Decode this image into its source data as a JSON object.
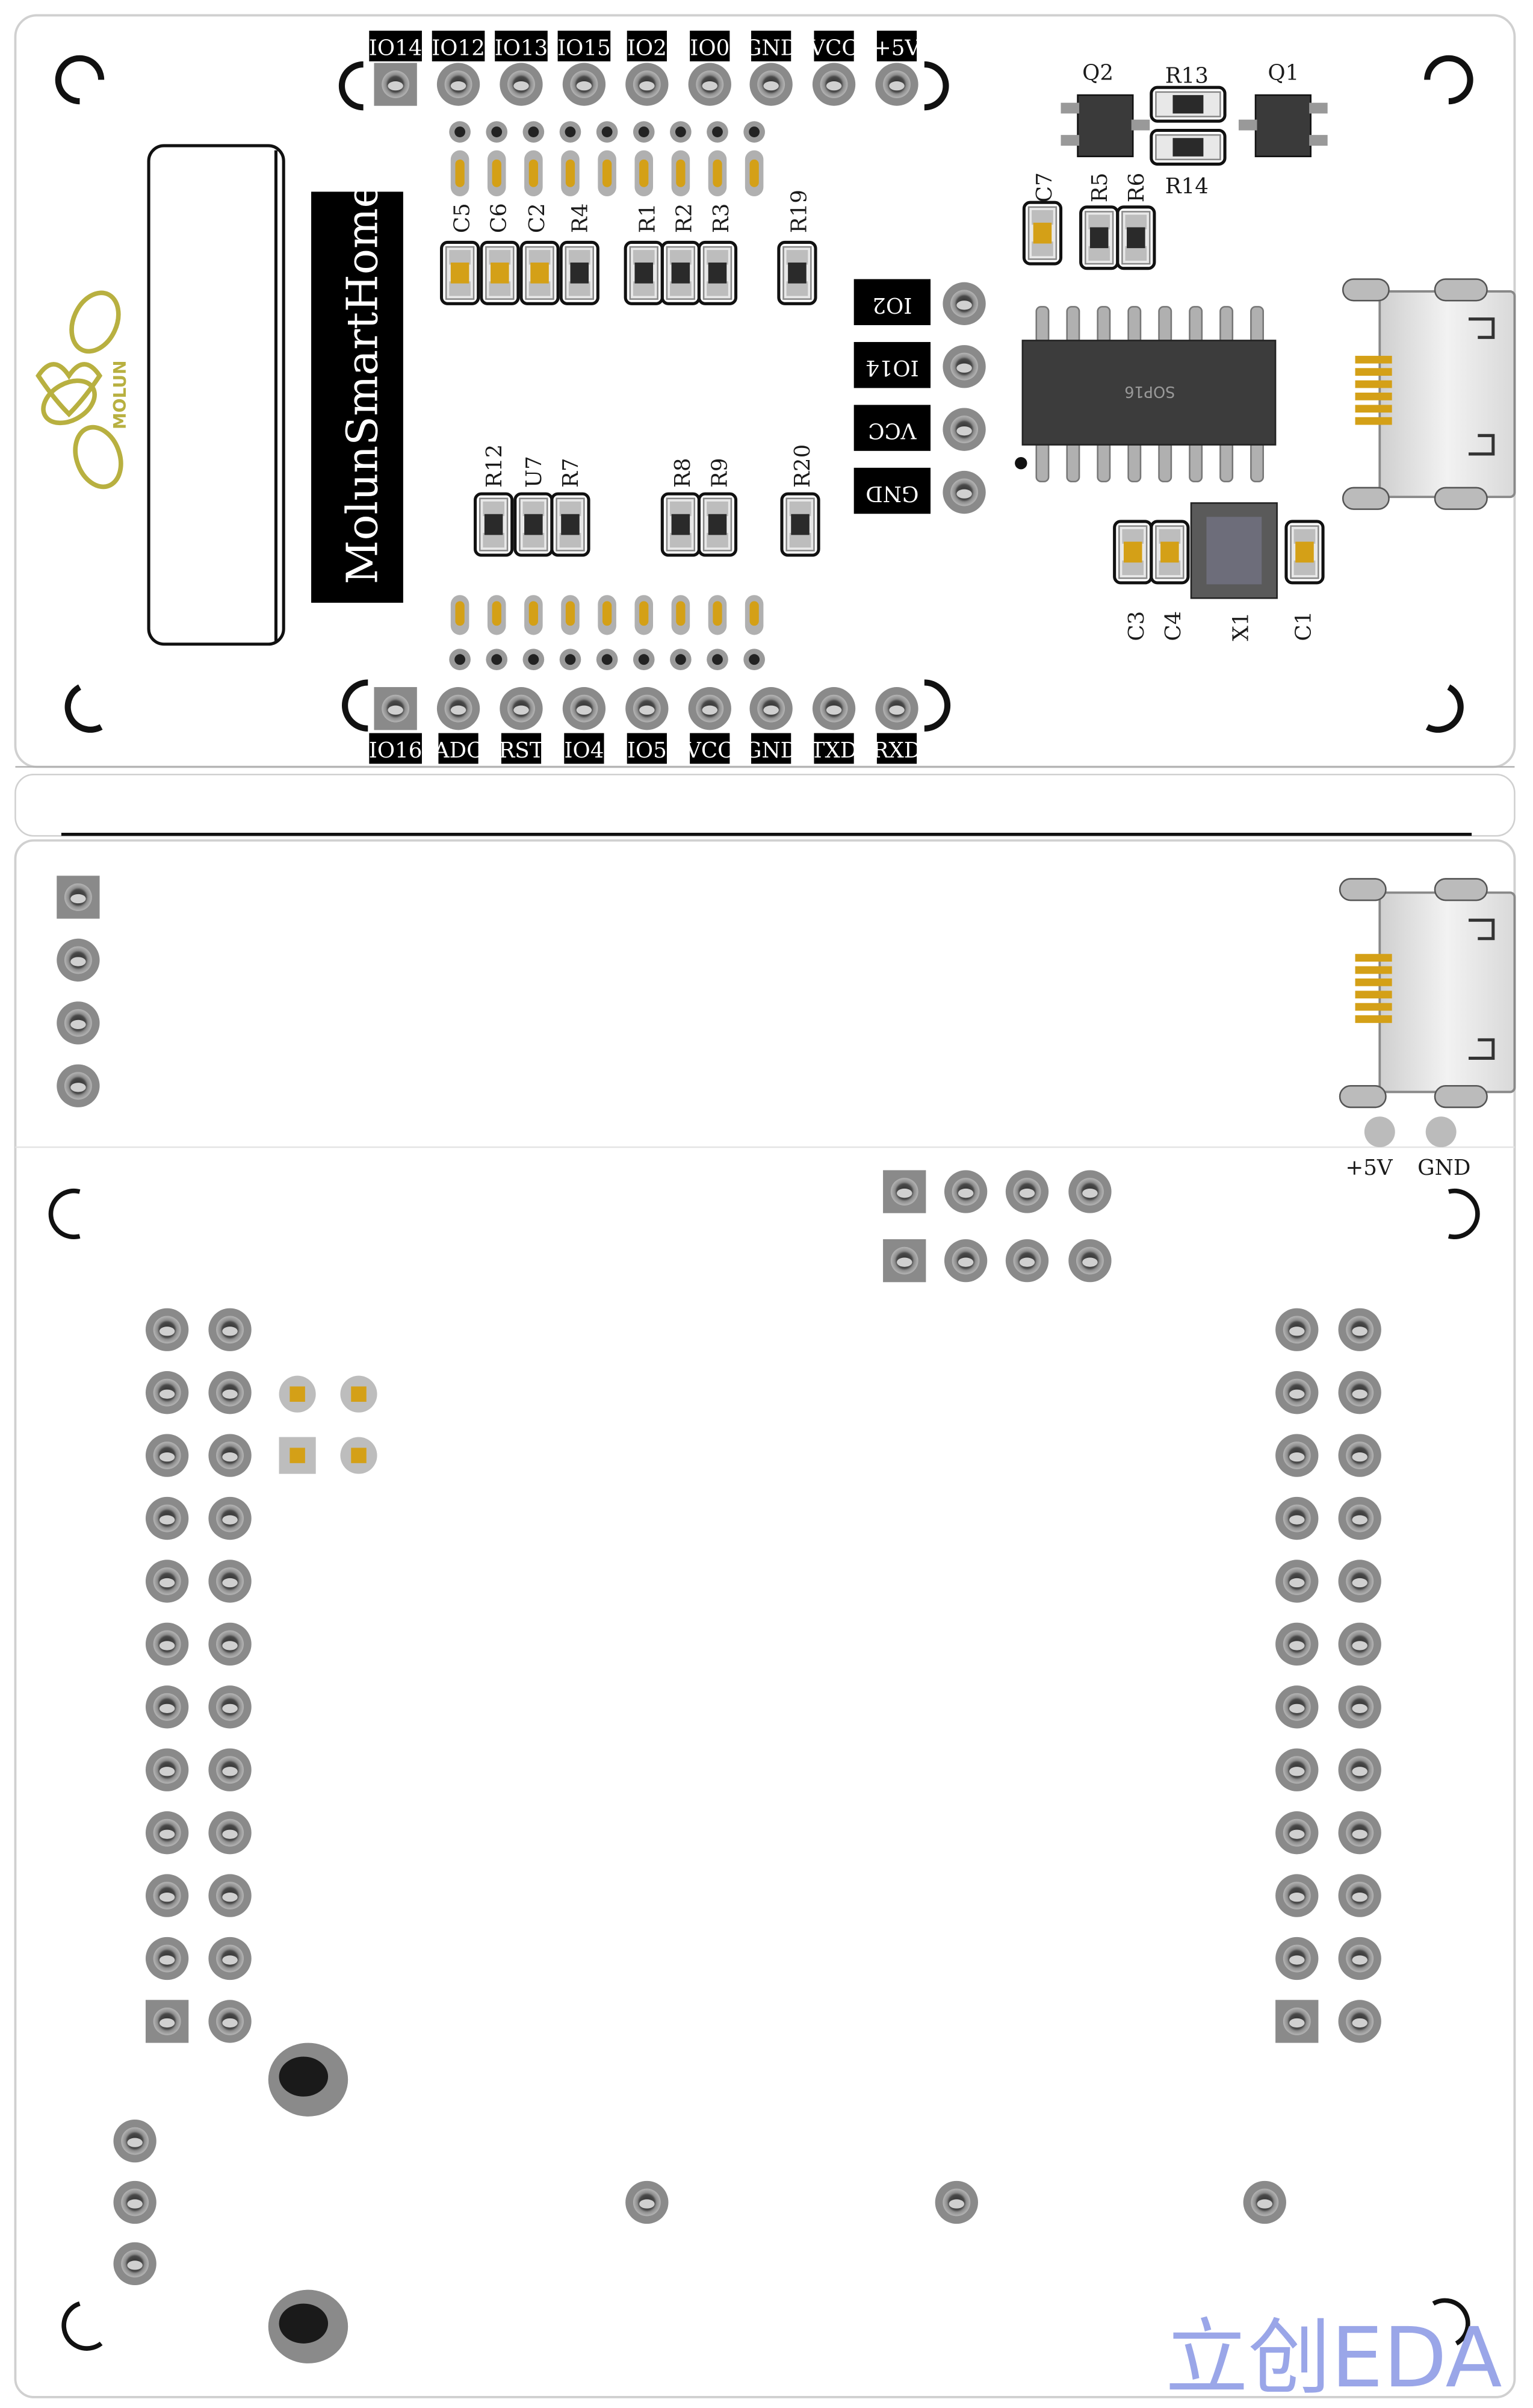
{
  "top_board": {
    "header_top": [
      "IO14",
      "IO12",
      "IO13",
      "IO15",
      "IO2",
      "IO0",
      "GND",
      "VCC",
      "+5V"
    ],
    "header_bottom": [
      "IO16",
      "ADC",
      "RST",
      "IO4",
      "IO5",
      "VCC",
      "GND",
      "TXD",
      "RXD"
    ],
    "side_pins": [
      "IO2",
      "IO14",
      "VCC",
      "GND"
    ],
    "board_name": "MolunSmartHome",
    "logo_text": "MOLUN",
    "refs": {
      "q2": "Q2",
      "r13": "R13",
      "q1": "Q1",
      "r14": "R14",
      "c7": "C7",
      "r5": "R5",
      "r6": "R6",
      "c5": "C5",
      "c6": "C6",
      "c2": "C2",
      "r4": "R4",
      "r1": "R1",
      "r2": "R2",
      "r3": "R3",
      "r19": "R19",
      "r12": "R12",
      "u7": "U7",
      "r7": "R7",
      "r8": "R8",
      "r9": "R9",
      "r20": "R20",
      "c3": "C3",
      "c4": "C4",
      "x1": "X1",
      "c1": "C1"
    },
    "ic_label": "SOP16"
  },
  "bottom_board": {
    "usb_labels": [
      "+5V",
      "GND"
    ]
  },
  "watermark": "立创EDA",
  "colors": {
    "board": "#ffffff",
    "board_outline": "#c8c8c8",
    "pad_gray": "#8a8a8a",
    "pad_gold": "#d4a017",
    "silk_label_bg": "#000000",
    "logo": "#b8b040",
    "watermark": "#9aa6e8"
  }
}
